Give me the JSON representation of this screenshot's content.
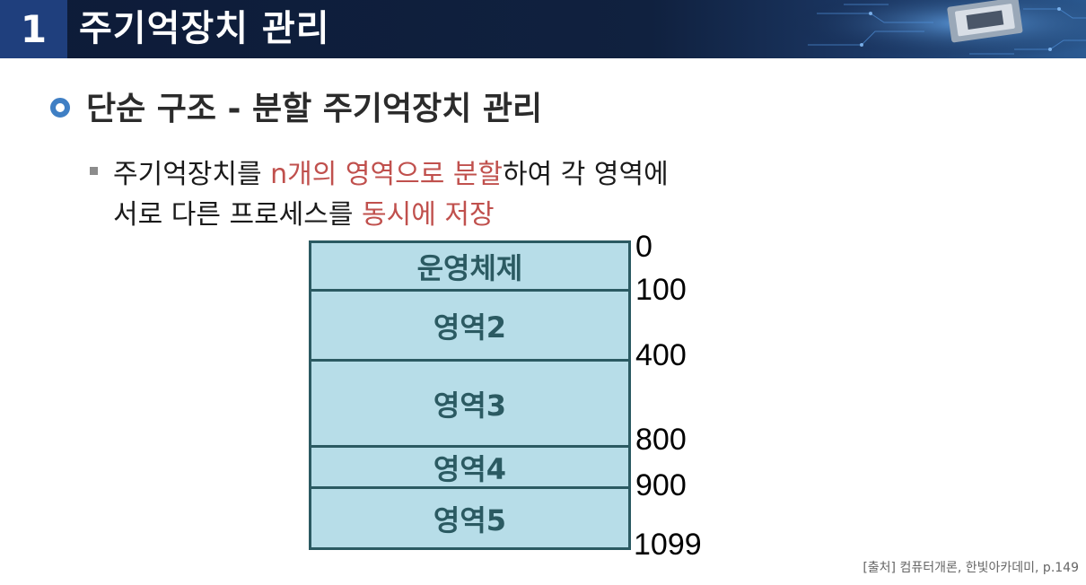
{
  "header": {
    "number": "1",
    "title": "주기억장치 관리"
  },
  "section": {
    "heading": "단순 구조  -  분할 주기억장치 관리"
  },
  "paragraph": {
    "line1_part1": "주기억장치를 ",
    "line1_red1": "n개의 영역으로 분할",
    "line1_part2": "하여 각 영역에",
    "line2_part1": "서로 다른 프로세스를 ",
    "line2_red": "동시에 저장"
  },
  "diagram": {
    "blocks": [
      {
        "label": "운영체제"
      },
      {
        "label": "영역2"
      },
      {
        "label": "영역3"
      },
      {
        "label": "영역4"
      },
      {
        "label": "영역5"
      }
    ],
    "addresses": [
      "0",
      "100",
      "400",
      "800",
      "900",
      "1099"
    ]
  },
  "source": "[출처] 컴퓨터개론, 한빛아카데미, p.149",
  "colors": {
    "header_bg": "#10213f",
    "number_box": "#1f3f7d",
    "accent_red": "#c0504d",
    "block_fill": "#b7dde8",
    "block_border": "#2b5a62"
  }
}
